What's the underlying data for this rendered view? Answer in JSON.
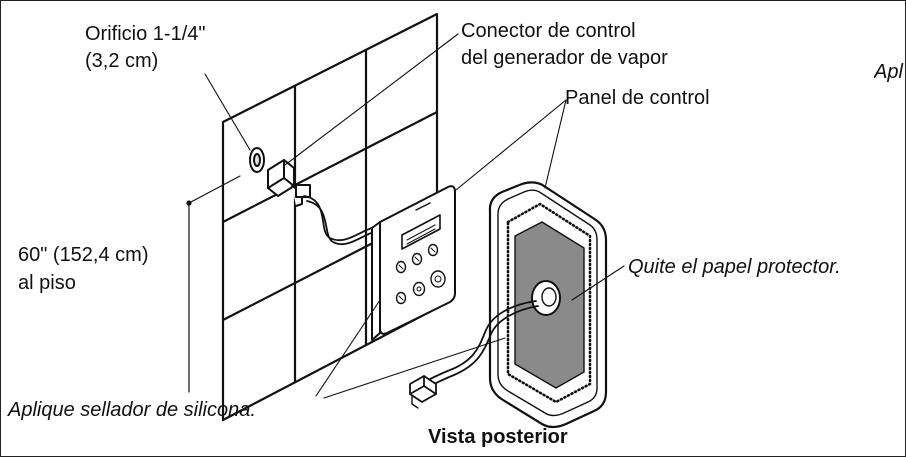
{
  "labels": {
    "hole_line1": "Orificio 1-1/4\"",
    "hole_line2": "(3,2 cm)",
    "connector_line1": "Conector de control",
    "connector_line2": "del generador de vapor",
    "control_panel": "Panel de control",
    "height_line1": "60\" (152,4 cm)",
    "height_line2": "al piso",
    "remove_paper": "Quite el papel protector.",
    "apply_sealant": "Aplique sellador de silicona.",
    "rear_view": "Vista posterior",
    "cut_text": "Apl"
  }
}
